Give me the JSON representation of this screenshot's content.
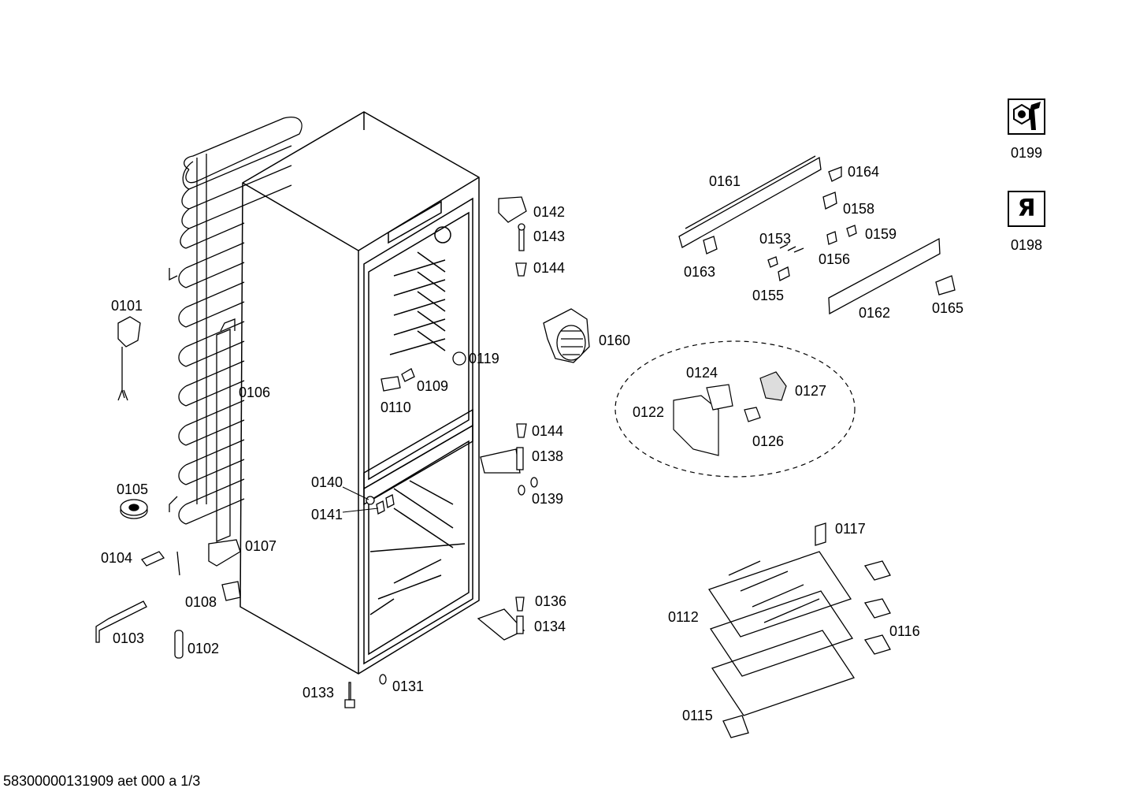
{
  "footer": {
    "document_code": "58300000131909 aet 000 a 1/3"
  },
  "labels": {
    "p0101": "0101",
    "p0102": "0102",
    "p0103": "0103",
    "p0104": "0104",
    "p0105": "0105",
    "p0106": "0106",
    "p0107": "0107",
    "p0108": "0108",
    "p0109": "0109",
    "p0110": "0110",
    "p0112": "0112",
    "p0115": "0115",
    "p0116": "0116",
    "p0117": "0117",
    "p0119": "0119",
    "p0122": "0122",
    "p0124": "0124",
    "p0126": "0126",
    "p0127": "0127",
    "p0131": "0131",
    "p0133": "0133",
    "p0134": "0134",
    "p0136": "0136",
    "p0138": "0138",
    "p0139": "0139",
    "p0140": "0140",
    "p0141": "0141",
    "p0142": "0142",
    "p0143": "0143",
    "p0144a": "0144",
    "p0144b": "0144",
    "p0153": "0153",
    "p0155": "0155",
    "p0156": "0156",
    "p0158": "0158",
    "p0159": "0159",
    "p0160": "0160",
    "p0161": "0161",
    "p0162": "0162",
    "p0163": "0163",
    "p0164": "0164",
    "p0165": "0165",
    "p0198": "0198",
    "p0199": "0199"
  },
  "icons": {
    "tool": "wrench-nut-icon",
    "reference": "reversed-r-icon",
    "reference_glyph": "Я"
  }
}
